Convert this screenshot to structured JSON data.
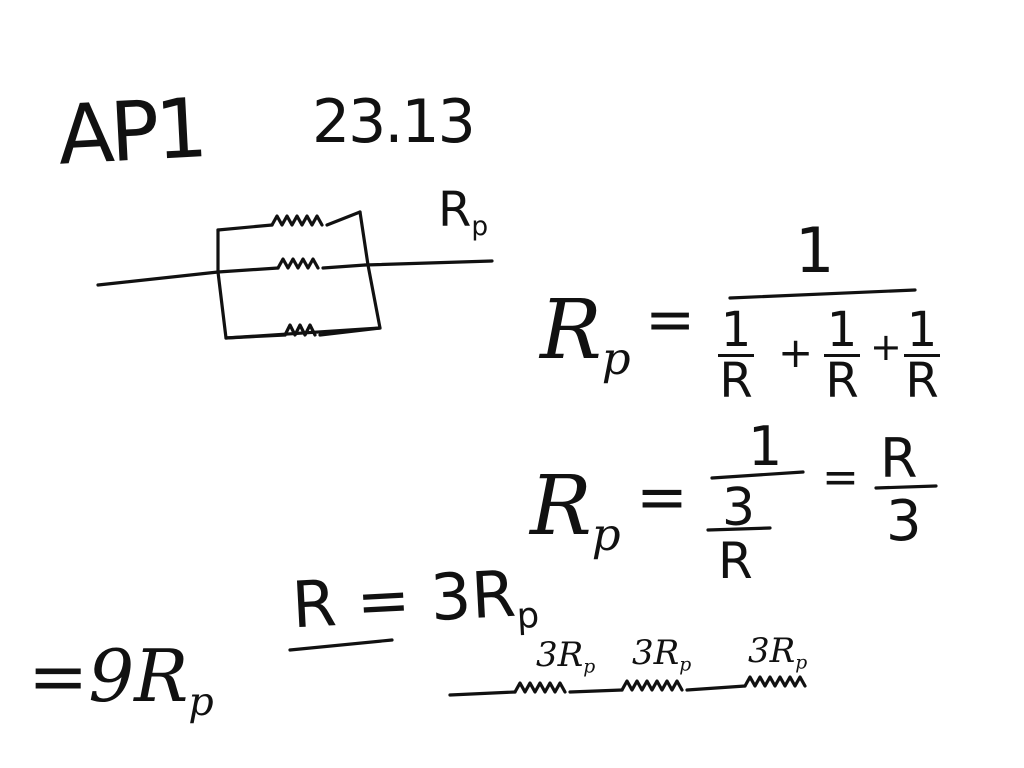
{
  "header": {
    "course": "AP1",
    "problem_number": "23.13"
  },
  "parallel_circuit": {
    "label_main": "R",
    "label_sub": "p"
  },
  "equation1": {
    "lhs_main": "R",
    "lhs_sub": "p",
    "equals": "=",
    "numerator": "1",
    "terms": [
      {
        "num": "1",
        "den": "R"
      },
      {
        "num": "1",
        "den": "R"
      },
      {
        "num": "1",
        "den": "R"
      }
    ],
    "plus": "+"
  },
  "equation2": {
    "lhs_main": "R",
    "lhs_sub": "p",
    "equals": "=",
    "outer_num": "1",
    "inner_num": "3",
    "inner_den": "R",
    "equals2": "=",
    "result_num": "R",
    "result_den": "3"
  },
  "equation3": {
    "text": "R = 3R",
    "sub": "p"
  },
  "series_circuit": {
    "labels": [
      {
        "main": "3R",
        "sub": "p"
      },
      {
        "main": "3R",
        "sub": "p"
      },
      {
        "main": "3R",
        "sub": "p"
      }
    ]
  },
  "result": {
    "text": "=9R",
    "sub": "p"
  }
}
